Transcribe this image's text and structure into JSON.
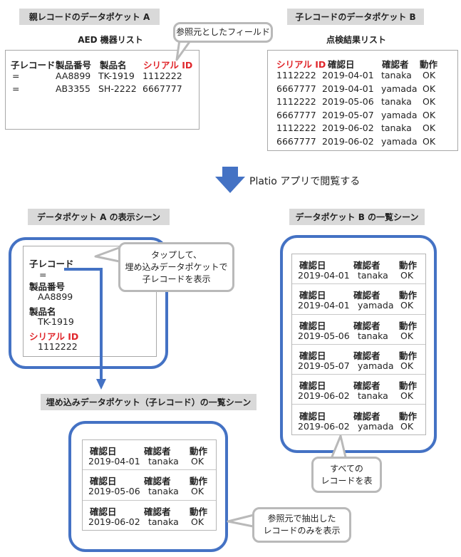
{
  "parent": {
    "label": "親レコードのデータポケット A",
    "list_title": "AED 機器リスト",
    "headers": [
      "子レコード",
      "製品番号",
      "製品名",
      "シリアル ID"
    ],
    "rows": [
      [
        "=",
        "AA8899",
        "TK-1919",
        "1112222"
      ],
      [
        "=",
        "AB3355",
        "SH-2222",
        "6667777"
      ]
    ],
    "callout": "参照元としたフィールド"
  },
  "child": {
    "label": "子レコードのデータポケット B",
    "list_title": "点検結果リスト",
    "headers": [
      "シリアル ID",
      "確認日",
      "確認者",
      "動作"
    ],
    "rows": [
      [
        "1112222",
        "2019-04-01",
        "tanaka",
        "OK"
      ],
      [
        "6667777",
        "2019-04-01",
        "yamada",
        "OK"
      ],
      [
        "1112222",
        "2019-05-06",
        "tanaka",
        "OK"
      ],
      [
        "6667777",
        "2019-05-07",
        "yamada",
        "OK"
      ],
      [
        "1112222",
        "2019-06-02",
        "tanaka",
        "OK"
      ],
      [
        "6667777",
        "2019-06-02",
        "yamada",
        "OK"
      ]
    ]
  },
  "arrow_text": "Platio アプリで閲覧する",
  "sceneA": {
    "label": "データポケット A の表示シーン",
    "fields": [
      {
        "name": "子レコード",
        "value": "=",
        "red": false
      },
      {
        "name": "製品番号",
        "value": "AA8899",
        "red": false
      },
      {
        "name": "製品名",
        "value": "TK-1919",
        "red": false
      },
      {
        "name": "シリアル ID",
        "value": "1112222",
        "red": true
      }
    ],
    "callout_lines": [
      "タップして、",
      "埋め込みデータポケットで",
      "子レコードを表示"
    ]
  },
  "sceneB": {
    "label": "データポケット B の一覧シーン",
    "headers": [
      "確認日",
      "確認者",
      "動作"
    ],
    "records": [
      [
        "2019-04-01",
        "tanaka",
        "OK"
      ],
      [
        "2019-04-01",
        "yamada",
        "OK"
      ],
      [
        "2019-05-06",
        "tanaka",
        "OK"
      ],
      [
        "2019-05-07",
        "yamada",
        "OK"
      ],
      [
        "2019-06-02",
        "tanaka",
        "OK"
      ],
      [
        "2019-06-02",
        "yamada",
        "OK"
      ]
    ],
    "callout_lines": [
      "すべての",
      "レコードを表"
    ]
  },
  "sceneEmbed": {
    "label": "埋め込みデータポケット（子レコード）の一覧シーン",
    "headers": [
      "確認日",
      "確認者",
      "動作"
    ],
    "records": [
      [
        "2019-04-01",
        "tanaka",
        "OK"
      ],
      [
        "2019-05-06",
        "tanaka",
        "OK"
      ],
      [
        "2019-06-02",
        "tanaka",
        "OK"
      ]
    ],
    "callout_lines": [
      "参照元で抽出した",
      "レコードのみを表示"
    ]
  },
  "colors": {
    "blue": "#4472c4",
    "red": "#e0262b",
    "label_gray": "#d9d9d9"
  }
}
